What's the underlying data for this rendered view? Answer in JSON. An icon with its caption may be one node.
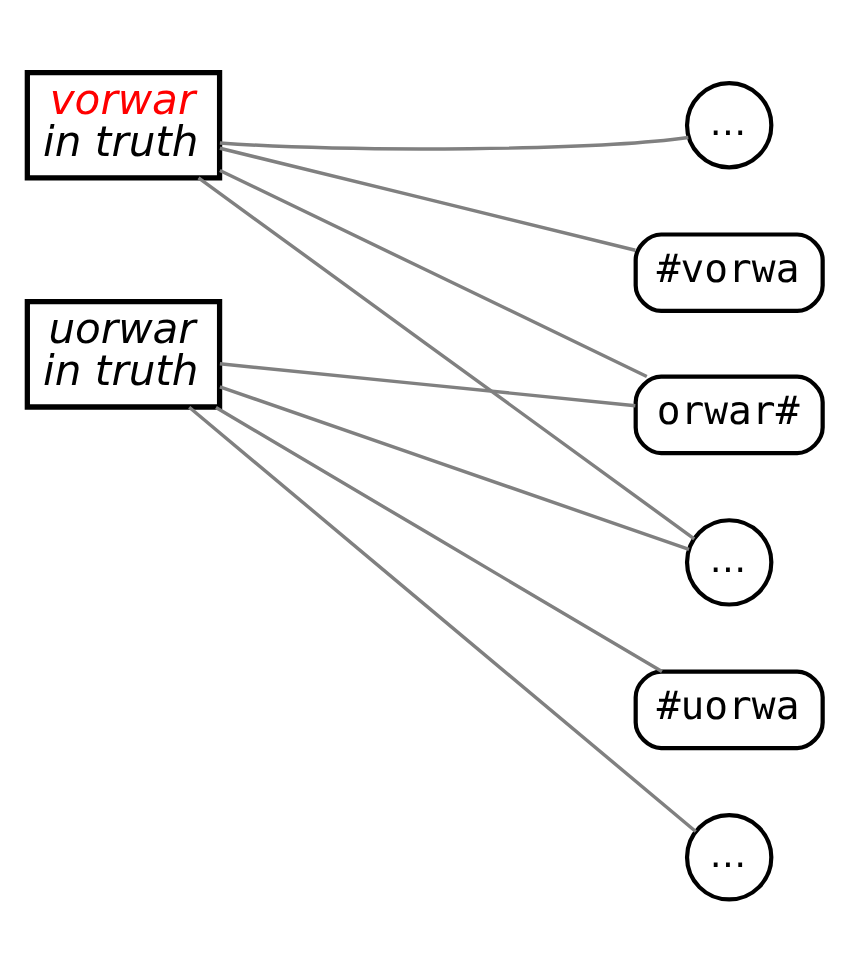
{
  "diagram": {
    "nodes": [
      {
        "text": [
          "vorwar",
          "in truth"
        ]
      },
      {
        "text": [
          "uorwar",
          "in truth"
        ]
      },
      {
        "text": [
          "…"
        ]
      },
      {
        "text": [
          "#vorwa"
        ]
      },
      {
        "text": [
          "orwar#"
        ]
      },
      {
        "text": [
          "…"
        ]
      },
      {
        "text": [
          "#uorwa"
        ]
      },
      {
        "text": [
          "…"
        ]
      }
    ],
    "edges": [
      {
        "from": 0,
        "to": 2,
        "arrow": "none"
      },
      {
        "from": 0,
        "to": 3,
        "arrow": "none"
      },
      {
        "from": 0,
        "to": 4,
        "arrow": "none"
      },
      {
        "from": 0,
        "to": 5,
        "arrow": "none"
      },
      {
        "from": 1,
        "to": 4,
        "arrow": "none"
      },
      {
        "from": 1,
        "to": 5,
        "arrow": "none"
      },
      {
        "from": 1,
        "to": 6,
        "arrow": "none"
      },
      {
        "from": 1,
        "to": 7,
        "arrow": "none"
      }
    ]
  }
}
